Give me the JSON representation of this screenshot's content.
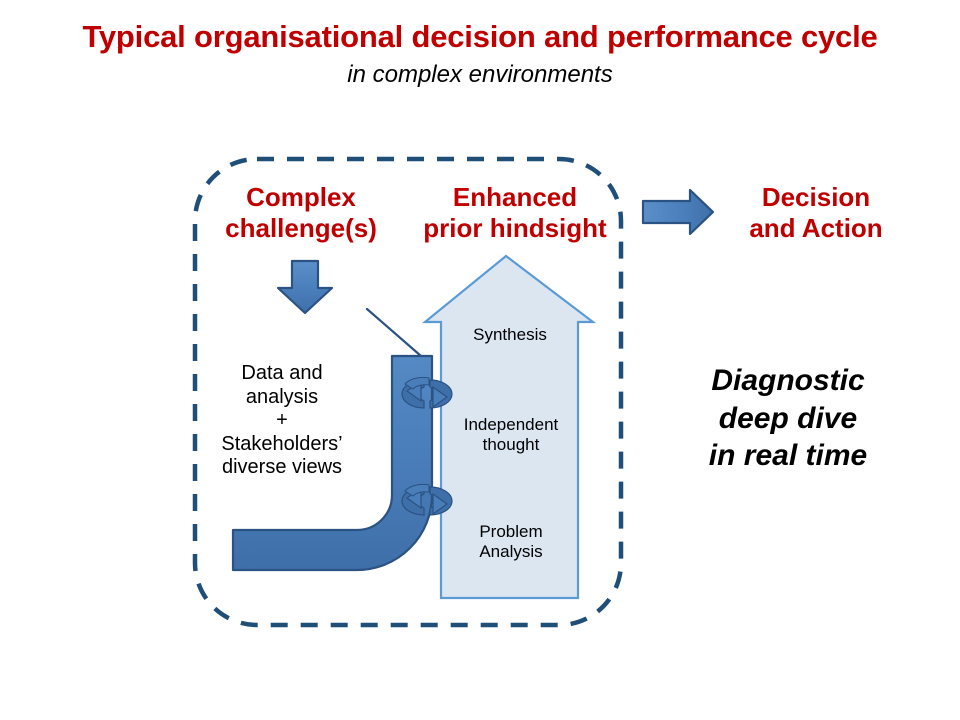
{
  "page": {
    "title": "Typical organisational decision and performance cycle",
    "subtitle": "in complex environments"
  },
  "colors": {
    "title_red": "#c00000",
    "accent_blue_fill": "#4a7ebb",
    "accent_blue_stroke": "#2a5282",
    "light_blue_fill": "#dce6f1",
    "light_blue_stroke": "#5b9bd5",
    "dashed_border": "#1f4e79",
    "body_text": "#000000"
  },
  "diagram": {
    "boundary": {
      "name": "dashed-cycle-boundary",
      "style": "dashed rounded rectangle"
    },
    "headings": {
      "complex_challenges": "Complex\nchallenge(s)",
      "enhanced_hindsight": "Enhanced\nprior hindsight",
      "decision_and_action": "Decision\nand Action"
    },
    "inputs_label": "Data and\nanalysis\n+\nStakeholders’\ndiverse views",
    "stages": [
      {
        "id": "synthesis",
        "label": "Synthesis"
      },
      {
        "id": "independent-thought",
        "label": "Independent\nthought"
      },
      {
        "id": "problem-analysis",
        "label": "Problem\nAnalysis"
      }
    ],
    "callout": "Diagnostic\ndeep dive\nin real time",
    "icons": {
      "down_arrow": "arrow-down-icon",
      "bent_up_arrow": "bent-up-arrow-icon",
      "big_up_arrow": "arrow-up-icon",
      "right_arrow": "arrow-right-icon",
      "cycle_top": "circular-arrows-icon",
      "cycle_bottom": "circular-arrows-icon"
    }
  }
}
